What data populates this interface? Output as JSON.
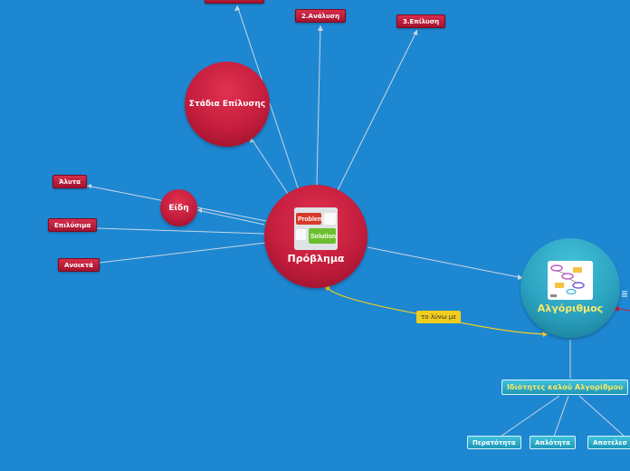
{
  "central": {
    "label": "Πρόβλημα",
    "image": "problem-solution-keys-image",
    "image_texts": [
      "Problem",
      "Solution"
    ]
  },
  "stages": {
    "label": "Στάδια Επίλυσης",
    "items": [
      "2.Ανάλυση",
      "3.Επίλυση"
    ]
  },
  "types": {
    "label": "Είδη",
    "items": [
      "Άλυτα",
      "Επιλύσιμα",
      "Ανοικτά"
    ]
  },
  "algorithm": {
    "label": "Αλγόριθμος",
    "image": "flowchart-image"
  },
  "relation": {
    "label": "το λύνω με"
  },
  "properties": {
    "label": "Ιδιότητες καλού Αλγορίθμου",
    "items": [
      "Περατότητα",
      "Απλότητα",
      "Αποτελεσ"
    ]
  },
  "colors": {
    "background": "#1e87d2",
    "red_node": "#c41d3d",
    "teal_node": "#2aa2c0",
    "relation": "#f2cd1b",
    "connector": "#c9d6e3"
  }
}
